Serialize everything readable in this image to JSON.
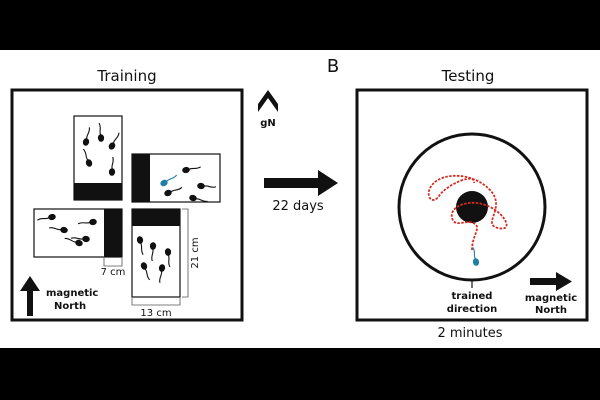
{
  "panel_letter": "B",
  "training": {
    "title": "Training",
    "dim_width_small": "7 cm",
    "dim_height": "21 cm",
    "dim_width_long": "13 cm",
    "north_label_line1": "magnetic",
    "north_label_line2": "North",
    "gn_label": "gN"
  },
  "transition": {
    "label": "22 days"
  },
  "testing": {
    "title": "Testing",
    "trained_line1": "trained",
    "trained_line2": "direction",
    "north_label_line1": "magnetic",
    "north_label_line2": "North",
    "duration": "2 minutes"
  },
  "colors": {
    "path": "#d62a1e",
    "tadpole_highlight": "#1f7fa6",
    "ink": "#111111"
  }
}
